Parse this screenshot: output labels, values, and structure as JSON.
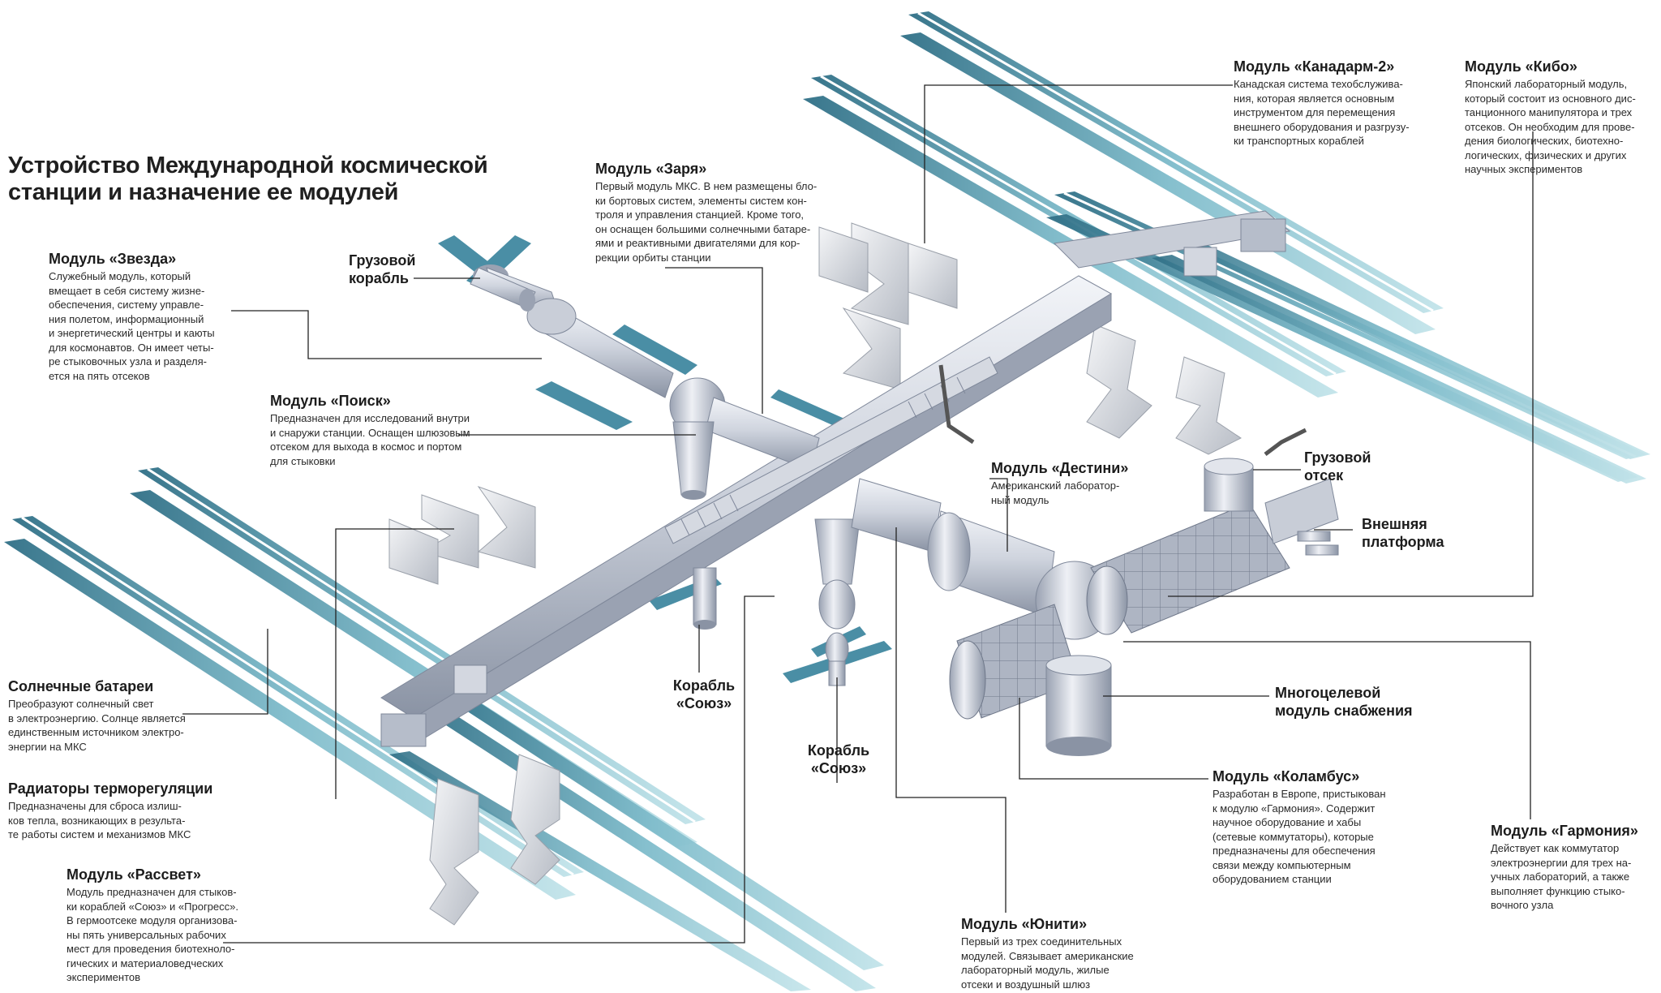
{
  "title": "Устройство Международной космической\nстанции и назначение ее модулей",
  "colors": {
    "panel_dark": "#3d7f96",
    "panel_light": "#a9d6e0",
    "module_light": "#e4e8ef",
    "module_mid": "#b6bdca",
    "module_dark": "#7f889a",
    "leader": "#222222"
  },
  "labels": {
    "zvezda": {
      "heading": "Модуль «Звезда»",
      "text": "Служебный модуль, который\nвмещает в себя систему жизне-\nобеспечения, систему управле-\nния полетом, информационный\nи энергетический центры и каюты\nдля космонавтов. Он имеет четы-\nре стыковочных узла и разделя-\nется на пять отсеков"
    },
    "cargo_ship": {
      "heading": "Грузовой\nкорабль"
    },
    "zarya": {
      "heading": "Модуль «Заря»",
      "text": "Первый модуль МКС. В нем размещены бло-\nки бортовых систем, элементы систем кон-\nтроля и управления станцией. Кроме того,\nон оснащен большими солнечными батаре-\nями и реактивными двигателями для кор-\nрекции орбиты станции"
    },
    "canadarm": {
      "heading": "Модуль «Канадарм-2»",
      "text": "Канадская система техобслужива-\nния, которая является основным\nинструментом для перемещения\nвнешнего оборудования и разгрузу-\nки транспортных кораблей"
    },
    "kibo": {
      "heading": "Модуль «Кибо»",
      "text": "Японский лабораторный модуль,\nкоторый состоит из основного дис-\nтанционного манипулятора и трех\nотсеков. Он необходим для прове-\nдения биологических, биотехно-\nлогических, физических и других\nнаучных экспериментов"
    },
    "poisk": {
      "heading": "Модуль «Поиск»",
      "text": "Предназначен для исследований внутри\nи снаружи станции. Оснащен шлюзовым\nотсеком для выхода в космос и портом\nдля стыковки"
    },
    "destiny": {
      "heading": "Модуль «Дестини»",
      "text": "Американский лаборатор-\nный модуль"
    },
    "cargo_bay": {
      "heading": "Грузовой\nотсек"
    },
    "ext_platform": {
      "heading": "Внешняя\nплатформа"
    },
    "solar": {
      "heading": "Солнечные батареи",
      "text": "Преобразуют солнечный свет\nв электроэнергию. Солнце является\nединственным источником электро-\nэнергии на МКС"
    },
    "soyuz1": {
      "heading": "Корабль\n«Союз»"
    },
    "soyuz2": {
      "heading": "Корабль\n«Союз»"
    },
    "mplm": {
      "heading": "Многоцелевой\nмодуль снабжения"
    },
    "radiators": {
      "heading": "Радиаторы терморегуляции",
      "text": "Предназначены для сброса излиш-\nков тепла, возникающих в результа-\nте работы систем и механизмов МКС"
    },
    "columbus": {
      "heading": "Модуль «Коламбус»",
      "text": "Разработан в Европе, пристыкован\nк модулю «Гармония». Содержит\nнаучное оборудование и хабы\n(сетевые коммутаторы), которые\nпредназначены для обеспечения\nсвязи между компьютерным\nоборудованием станции"
    },
    "harmony": {
      "heading": "Модуль «Гармония»",
      "text": "Действует как коммутатор\nэлектроэнергии для трех на-\nучных лабораторий, а также\nвыполняет функцию стыко-\nвочного узла"
    },
    "rassvet": {
      "heading": "Модуль «Рассвет»",
      "text": "Модуль предназначен для стыков-\nки кораблей «Союз» и «Прогресс».\nВ гермоотсеке модуля организова-\nны пять универсальных рабочих\nмест для проведения биотехноло-\nгических и материаловедческих\nэкспериментов"
    },
    "unity": {
      "heading": "Модуль «Юнити»",
      "text": "Первый из трех соединительных\nмодулей. Связывает американские\nлабораторный модуль, жилые\nотсеки и воздушный шлюз"
    }
  }
}
